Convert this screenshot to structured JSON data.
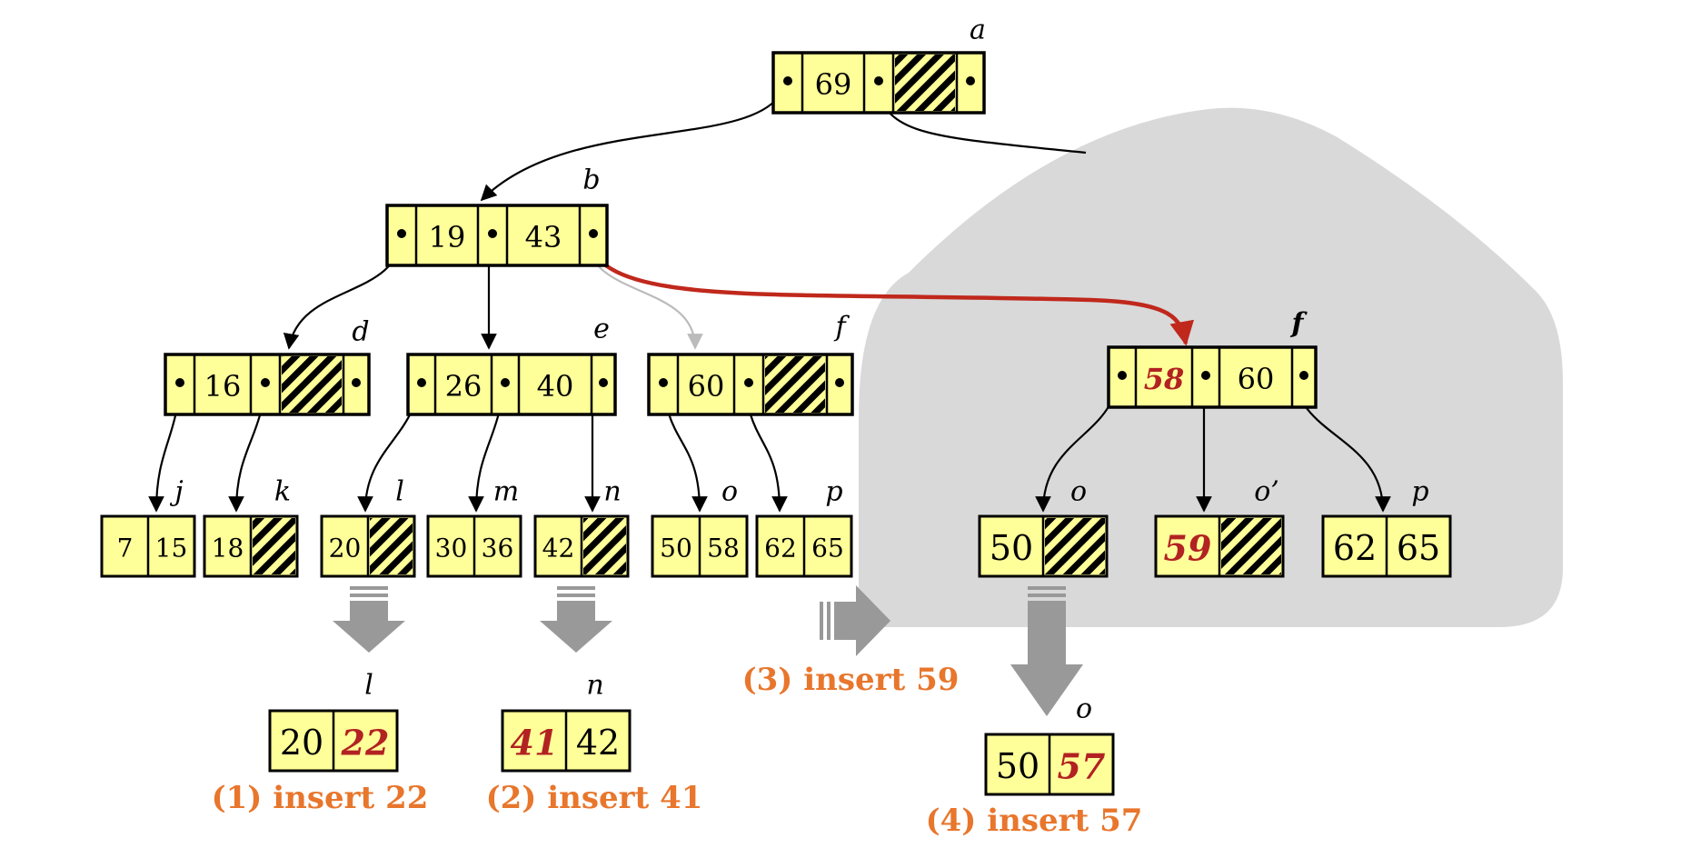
{
  "colors": {
    "node_fill": "#ffff99",
    "node_stroke": "#000000",
    "new_key": "#b22222",
    "caption": "#e8762c",
    "highlight_region": "#d9d9d9",
    "gray_arrow": "#999999",
    "red_pointer": "#c0281c"
  },
  "nodes": {
    "a": {
      "label": "a",
      "keys": [
        "69"
      ]
    },
    "b": {
      "label": "b",
      "keys": [
        "19",
        "43"
      ]
    },
    "d": {
      "label": "d",
      "keys": [
        "16"
      ]
    },
    "e": {
      "label": "e",
      "keys": [
        "26",
        "40"
      ]
    },
    "f": {
      "label": "f",
      "keys": [
        "60"
      ]
    },
    "f_new": {
      "label": "f",
      "keys": [
        "58",
        "60"
      ]
    },
    "j": {
      "label": "j",
      "keys": [
        "7",
        "15"
      ]
    },
    "k": {
      "label": "k",
      "keys": [
        "18"
      ]
    },
    "l": {
      "label": "l",
      "keys": [
        "20"
      ]
    },
    "m": {
      "label": "m",
      "keys": [
        "30",
        "36"
      ]
    },
    "n": {
      "label": "n",
      "keys": [
        "42"
      ]
    },
    "o": {
      "label": "o",
      "keys": [
        "50",
        "58"
      ]
    },
    "p": {
      "label": "p",
      "keys": [
        "62",
        "65"
      ]
    },
    "o_new": {
      "label": "o",
      "keys": [
        "50"
      ]
    },
    "o_prime": {
      "label": "o’",
      "keys": [
        "59"
      ]
    },
    "p_new": {
      "label": "p",
      "keys": [
        "62",
        "65"
      ]
    },
    "l_after": {
      "label": "l",
      "keys": [
        "20",
        "22"
      ]
    },
    "n_after": {
      "label": "n",
      "keys": [
        "41",
        "42"
      ]
    },
    "o_after": {
      "label": "o",
      "keys": [
        "50",
        "57"
      ]
    }
  },
  "captions": {
    "step1": "(1) insert 22",
    "step2": "(2) insert 41",
    "step3": "(3) insert 59",
    "step4": "(4) insert 57"
  }
}
